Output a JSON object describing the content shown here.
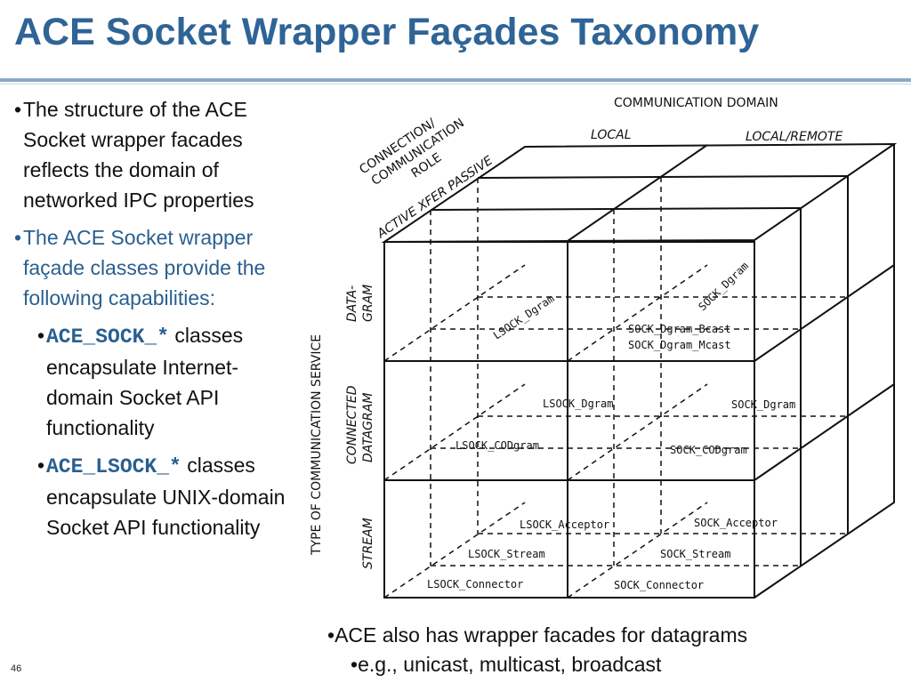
{
  "slide": {
    "title": "ACE Socket Wrapper Façades Taxonomy",
    "page_number": "46"
  },
  "left_bullets": {
    "b1": "The structure of the ACE Socket wrapper facades reflects the domain of networked IPC properties",
    "b2": "The ACE Socket wrapper façade classes provide the following capabilities:",
    "sub1_code": "ACE_SOCK_*",
    "sub1_text": "classes encapsulate Internet-domain Socket API functionality",
    "sub2_code": "ACE_LSOCK_*",
    "sub2_text": "classes encapsulate UNIX-domain Socket API functionality"
  },
  "bottom_bullets": {
    "main": "ACE also has wrapper facades for datagrams",
    "sub": "e.g., unicast, multicast, broadcast"
  },
  "diagram": {
    "communication_domain": "COMMUNICATION DOMAIN",
    "local": "LOCAL",
    "local_remote": "LOCAL/REMOTE",
    "role_line1": "CONNECTION/",
    "role_line2": "COMMUNICATION",
    "role_line3": "ROLE",
    "role_values": "ACTIVE  XFER  PASSIVE",
    "type_axis": "TYPE OF COMMUNICATION SERVICE",
    "datagram_1": "DATA-",
    "datagram_2": "GRAM",
    "connected_1": "CONNECTED",
    "connected_2": "DATAGRAM",
    "stream": "STREAM",
    "classes": {
      "lsock_dgram_diag": "LSOCK_Dgram",
      "sock_dgram_diag": "SOCK_Dgram",
      "sock_dgram_bcast": "SOCK_Dgram_Bcast",
      "sock_dgram_mcast": "SOCK_Dgram_Mcast",
      "lsock_dgram": "LSOCK_Dgram",
      "sock_dgram": "SOCK_Dgram",
      "lsock_codgram": "LSOCK_CODgram",
      "sock_codgram": "SOCK_CODgram",
      "lsock_acceptor": "LSOCK_Acceptor",
      "sock_acceptor": "SOCK_Acceptor",
      "lsock_stream": "LSOCK_Stream",
      "sock_stream": "SOCK_Stream",
      "lsock_connector": "LSOCK_Connector",
      "sock_connector": "SOCK_Connector"
    }
  }
}
